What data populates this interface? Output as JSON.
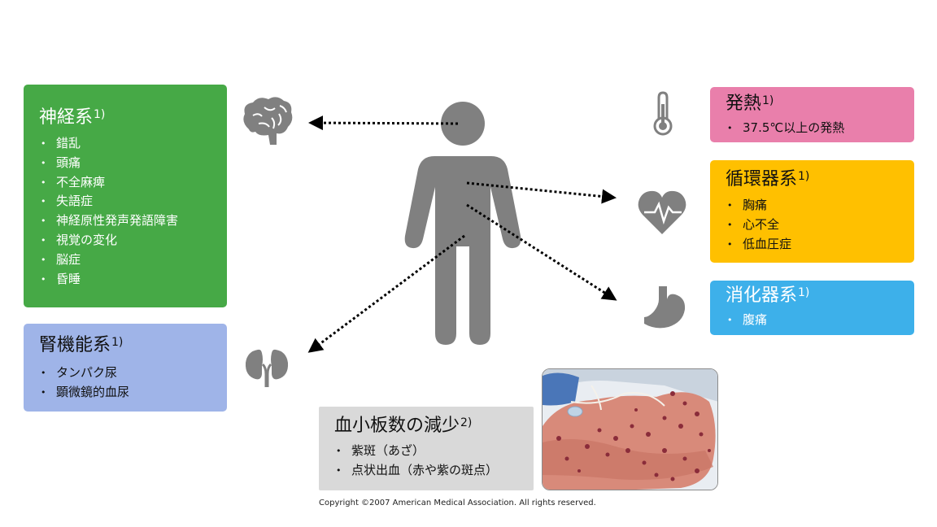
{
  "neuro": {
    "title": "神経系",
    "ref": "1)",
    "items": [
      "錯乱",
      "頭痛",
      "不全麻痺",
      "失語症",
      "神経原性発声発語障害",
      "視覚の変化",
      "脳症",
      "昏睡"
    ]
  },
  "renal": {
    "title": "腎機能系",
    "ref": "1)",
    "items": [
      "タンパク尿",
      "顕微鏡的血尿"
    ]
  },
  "fever": {
    "title": "発熱",
    "ref": "1)",
    "items": [
      "37.5℃以上の発熱"
    ]
  },
  "circulatory": {
    "title": "循環器系",
    "ref": "1)",
    "items": [
      "胸痛",
      "心不全",
      "低血圧症"
    ]
  },
  "digestive": {
    "title": "消化器系",
    "ref": "1)",
    "items": [
      "腹痛"
    ]
  },
  "platelet": {
    "title": "血小板数の減少",
    "ref": "2)",
    "items": [
      "紫斑（あざ）",
      "点状出血（赤や紫の斑点）"
    ]
  },
  "copyright": "Copyright ©2007 American Medical Association. All rights reserved.",
  "icons": [
    "brain-icon",
    "kidneys-icon",
    "thermometer-icon",
    "heart-pulse-icon",
    "stomach-icon",
    "person-icon"
  ],
  "colors": {
    "neuro": "#46a946",
    "renal": "#9fb4e8",
    "fever": "#e97fab",
    "circulatory": "#ffc000",
    "digestive": "#3db0ea",
    "platelet": "#d9d9d9",
    "icon": "#808080"
  }
}
